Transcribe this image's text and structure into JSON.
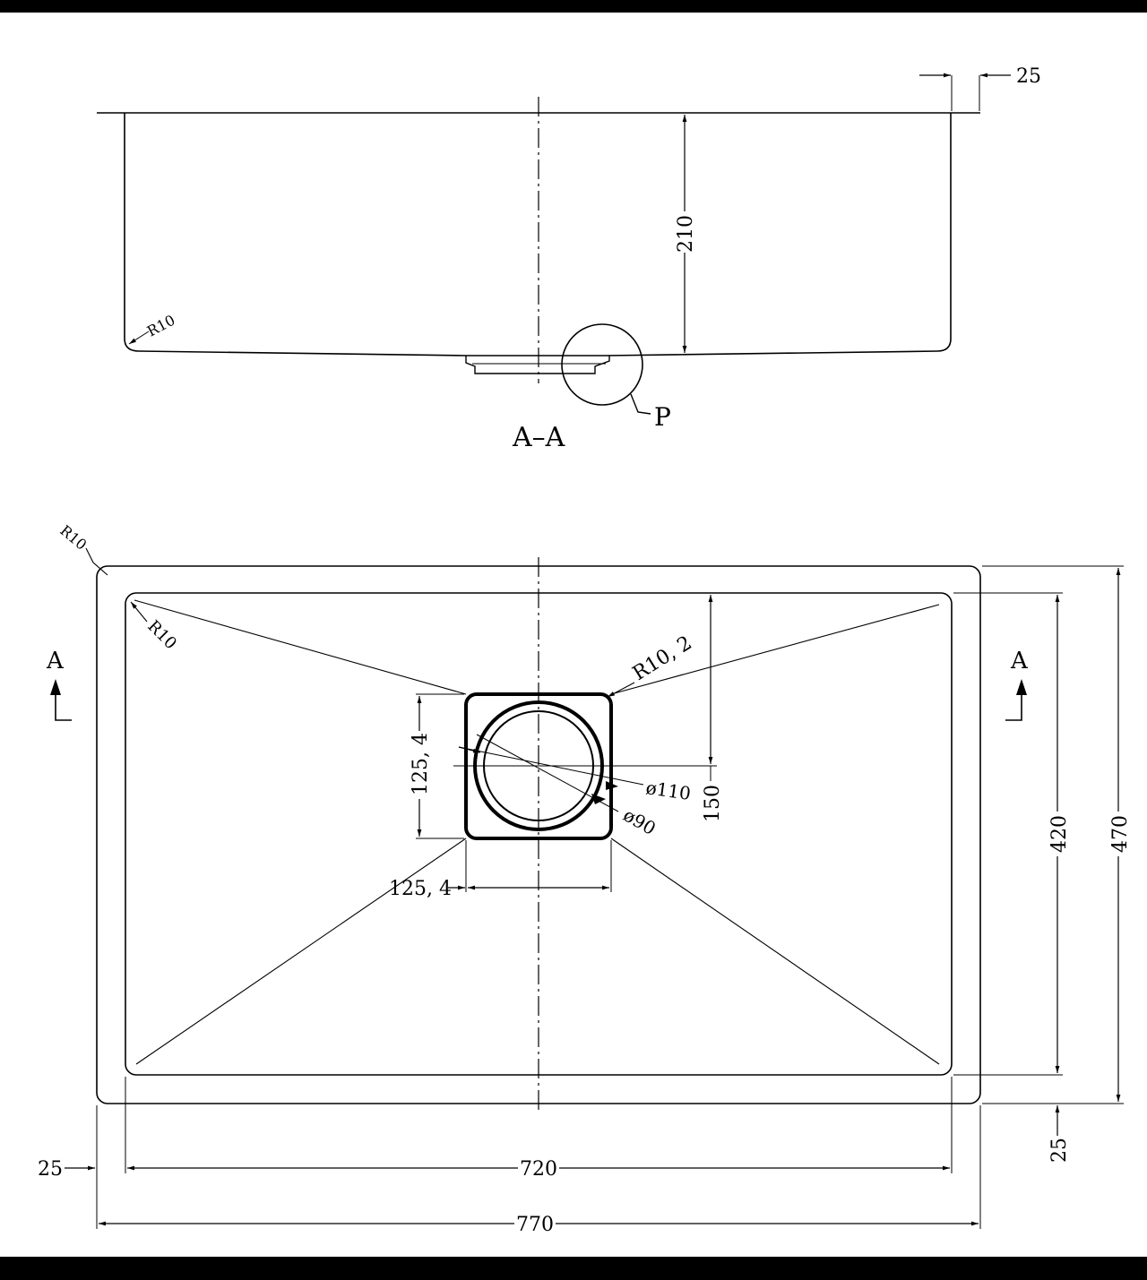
{
  "section_view": {
    "title": "A–A",
    "detail_label": "P",
    "dim_depth": "210",
    "dim_flange": "25",
    "radius_corner": "R10"
  },
  "plan_view": {
    "section_marker_left": "A",
    "section_marker_right": "A",
    "radius_outer": "R10",
    "radius_inner": "R10",
    "radius_drain": "R10, 2",
    "drain_height": "125, 4",
    "drain_width": "125, 4",
    "drain_dia_outer": "ø110",
    "drain_dia_inner": "ø90",
    "drain_offset": "150",
    "inner_width": "720",
    "outer_width": "770",
    "inner_depth": "420",
    "outer_depth": "470",
    "rim_left": "25",
    "rim_bottom": "25"
  }
}
